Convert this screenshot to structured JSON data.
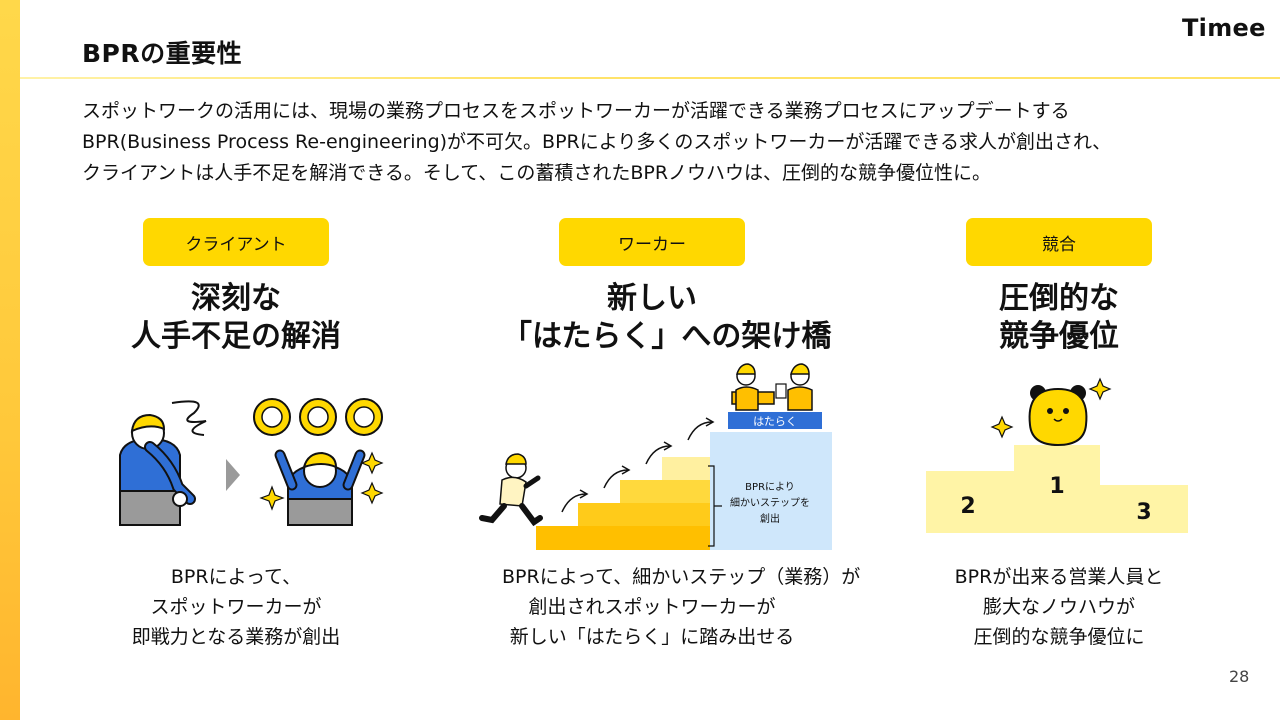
{
  "header": {
    "title": "BPRの重要性",
    "brand": "Timee"
  },
  "intro": {
    "lines": [
      "スポットワークの活用には、現場の業務プロセスをスポットワーカーが活躍できる業務プロセスにアップデートする",
      "BPR(Business Process Re-engineering)が不可欠。BPRにより多くのスポットワーカーが活躍できる求人が創出され、",
      "クライアントは人手不足を解消できる。そして、この蓄積されたBPRノウハウは、圧倒的な競争優位性に。"
    ]
  },
  "columns": [
    {
      "badge": "クライアント",
      "heading": [
        "深刻な",
        "人手不足の解消"
      ],
      "caption": [
        "BPRによって、",
        "スポットワーカーが",
        "即戦力となる業務が創出"
      ]
    },
    {
      "badge": "ワーカー",
      "heading": [
        "新しい",
        "「はたらく」への架け橋"
      ],
      "caption": [
        "BPRによって、細かいステップ（業務）が",
        "創出されスポットワーカーが",
        "新しい「はたらく」に踏み出せる"
      ],
      "illustration": {
        "sign": "はたらく",
        "note": [
          "BPRにより",
          "細かいステップを",
          "創出"
        ]
      }
    },
    {
      "badge": "競合",
      "heading": [
        "圧倒的な",
        "競争優位"
      ],
      "caption": [
        "BPRが出来る営業人員と",
        "膨大なノウハウが",
        "圧倒的な競争優位に"
      ],
      "illustration": {
        "podium": [
          "1",
          "2",
          "3"
        ]
      }
    }
  ],
  "footer": {
    "page_number": "28"
  },
  "colors": {
    "accent": "#ffd800",
    "blue": "#2f6fd6",
    "light_blue": "#cfe7fb",
    "orange": "#ffbf00",
    "podium": "#fff4a6"
  }
}
